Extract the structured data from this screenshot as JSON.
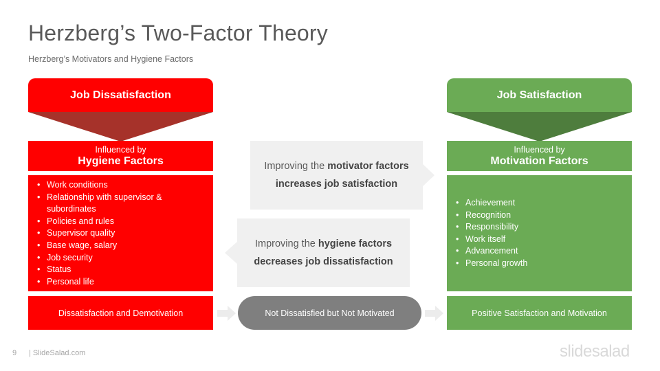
{
  "header": {
    "title": "Herzberg’s Two-Factor Theory",
    "subtitle": "Herzberg’s Motivators and Hygiene Factors"
  },
  "left": {
    "heading": "Job Dissatisfaction",
    "influenced_by": "Influenced by",
    "factor_name": "Hygiene Factors",
    "items": [
      "Work conditions",
      "Relationship with supervisor & subordinates",
      "Policies and rules",
      "Supervisor quality",
      "Base wage, salary",
      "Job security",
      "Status",
      "Personal life"
    ],
    "outcome": "Dissatisfaction and Demotivation"
  },
  "right": {
    "heading": "Job Satisfaction",
    "influenced_by": "Influenced by",
    "factor_name": "Motivation Factors",
    "items": [
      "Achievement",
      "Recognition",
      "Responsibility",
      "Work itself",
      "Advancement",
      "Personal growth"
    ],
    "outcome": "Positive Satisfaction and Motivation"
  },
  "middle": {
    "callout_top": {
      "prefix": "Improving the ",
      "bold1": "motivator factors",
      "line2": "increases job satisfaction"
    },
    "callout_bottom": {
      "prefix": "Improving the ",
      "bold1": "hygiene factors",
      "line2": "decreases job dissatisfaction"
    },
    "neutral_state": "Not Dissatisfied but Not Motivated"
  },
  "footer": {
    "page_number": "9",
    "source": "| SlideSalad.com",
    "brand": "slidesalad"
  },
  "colors": {
    "red": "#ff0000",
    "dark_red": "#a6322a",
    "green": "#6bab55",
    "dark_green": "#4e7d3d",
    "gray_pill": "#7f7f7f",
    "callout_bg": "#f0f0f0"
  }
}
